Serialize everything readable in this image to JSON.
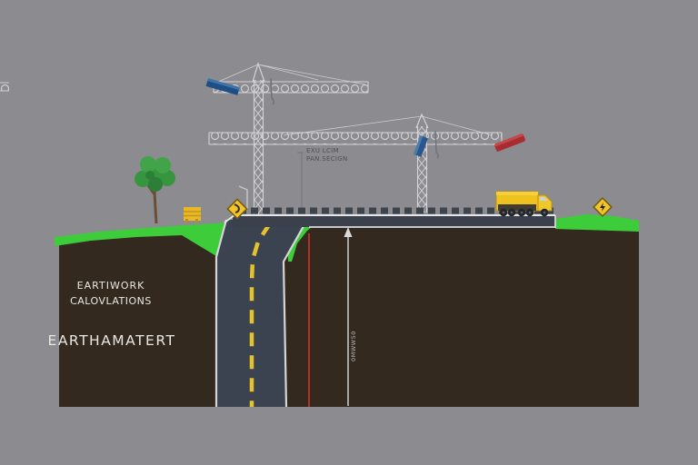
{
  "title": "Earthwork calculations construction cross-section illustration",
  "background_color": "#8b8b90",
  "earth_label": {
    "line1": "EARTIWORK",
    "line2": "CALOVLATIONS",
    "line3": "EARTHAMATERT"
  },
  "callout": {
    "line1": "EXU LCIM",
    "line2": "PAN.SECIGN"
  },
  "depth_marker": {
    "label": "0MWW50"
  },
  "colors": {
    "sky": "#8b8b90",
    "grass": "#3ecd3a",
    "earth": "#34291f",
    "road": "#3b4250",
    "deck": "#3a414c",
    "road_edge_white": "#d6d6d8",
    "centerline_yellow": "#e3c32d",
    "cut_line_red": "#b13127",
    "crane_lattice": "#d4d4d8",
    "beam_blue": "#1d4e86",
    "beam_red": "#a92c31",
    "truck_yellow": "#efc31e",
    "sign_yellow": "#f1c42b",
    "tree_green": "#379540",
    "label_white": "#e9e7e3",
    "callout_gray": "#4f4f56"
  },
  "objects": {
    "left_crane": "tower-crane-left",
    "right_crane": "tower-crane-right",
    "blue_beam_left": "suspended-beam-blue-left",
    "blue_beam_right": "suspended-beam-blue-right",
    "red_beam": "suspended-beam-red",
    "truck": "dump-truck",
    "left_sign": "curve-warning-sign",
    "right_sign": "lightning-warning-sign",
    "tree": "tree",
    "bench": "bench",
    "arrow": "depth-arrow"
  }
}
